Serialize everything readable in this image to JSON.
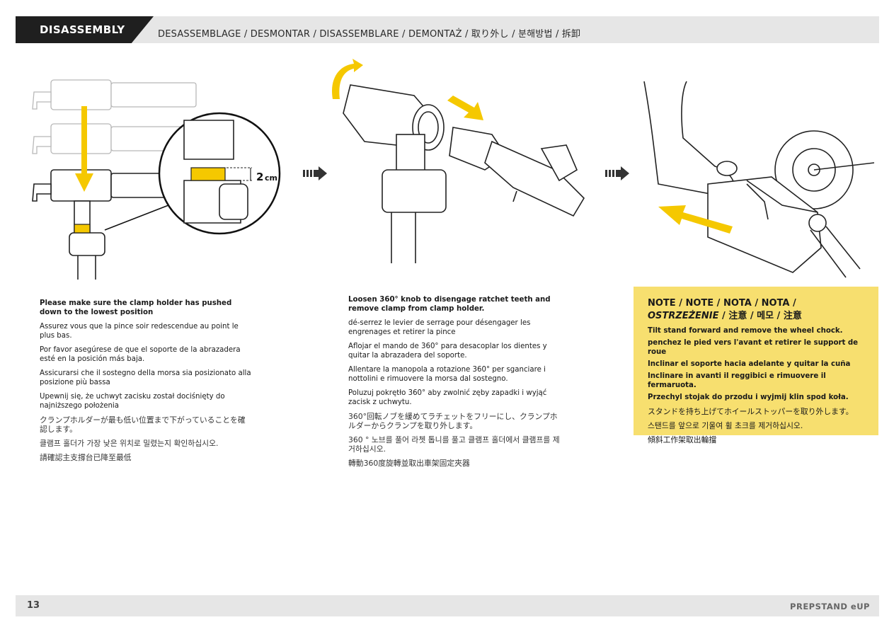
{
  "header": {
    "title": "DISASSEMBLY",
    "subtitle": "DESASSEMBLAGE / DESMONTAR / DISASSEMBLARE / DEMONTAŻ / 取り外し / 분해방법 / 拆卸"
  },
  "figures": {
    "measure_value": "2",
    "measure_unit": "cm"
  },
  "step1": [
    "Please make sure the clamp holder has pushed down to the lowest position",
    "Assurez vous que la pince soir redescendue au point le plus bas.",
    "Por favor asegúrese de que el soporte de la abrazadera esté en la posición más baja.",
    "Assicurarsi che il sostegno della morsa sia posizionato alla posizione più bassa",
    "Upewnij się, że uchwyt zacisku został dociśnięty do najniższego położenia",
    "クランプホルダーが最も低い位置まで下がっていることを確認します。",
    "클램프 홀더가 가장 낮은 위치로 밀렸는지 확인하십시오.",
    "請確認主支撐台已降至最低"
  ],
  "step2": [
    "Loosen 360° knob to disengage ratchet teeth and remove clamp from clamp holder.",
    "dé-serrez le levier de serrage pour désengager les engrenages et retirer la pince",
    "Aflojar el mando de 360° para desacoplar los dientes y quitar la abrazadera del soporte.",
    "Allentare la manopola a rotazione 360° per sganciare i nottolini e rimuovere la morsa dal sostegno.",
    "Poluzuj pokrętło 360° aby zwolnić zęby zapadki i wyjąć zacisk z uchwytu.",
    "360°回転ノブを緩めてラチェットをフリーにし、クランプホルダーからクランプを取り外します。",
    "360 ° 노브를 풀어 라쳇 톱니를 풀고 클램프 홀더에서 클램프를 제거하십시오.",
    "轉動360度旋轉並取出車架固定夾器"
  ],
  "note": {
    "title_line1": "NOTE /  NOTE / NOTA / NOTA /",
    "title_italic": "OSTRZEŻENIE",
    "title_rest": " / 注意 / 메모 / 注意",
    "lines": [
      "Tilt stand forward and remove the wheel chock.",
      "penchez le pied vers l'avant et retirer le support de roue",
      "Inclinar el soporte hacia adelante y quitar la cuña",
      "Inclinare in avanti il reggibici e rimuovere il fermaruota.",
      "Przechyl stojak do przodu i wyjmij klin spod koła."
    ],
    "cjk_lines": [
      "スタンドを持ち上げてホイールストッパーを取り外します。",
      "스탠드를 앞으로 기울여 휠 초크를 제거하십시오.",
      "傾斜工作架取出輪擋"
    ]
  },
  "footer": {
    "page_number": "13",
    "product": "PREPSTAND eUP"
  },
  "colors": {
    "accent_yellow": "#f5c800",
    "note_bg": "#f7df6f",
    "header_band": "#e6e6e6",
    "header_black": "#1f1f1f"
  },
  "icons": [
    "arrow-right-icon",
    "arrow-down-icon",
    "rotate-arrow-icon"
  ]
}
